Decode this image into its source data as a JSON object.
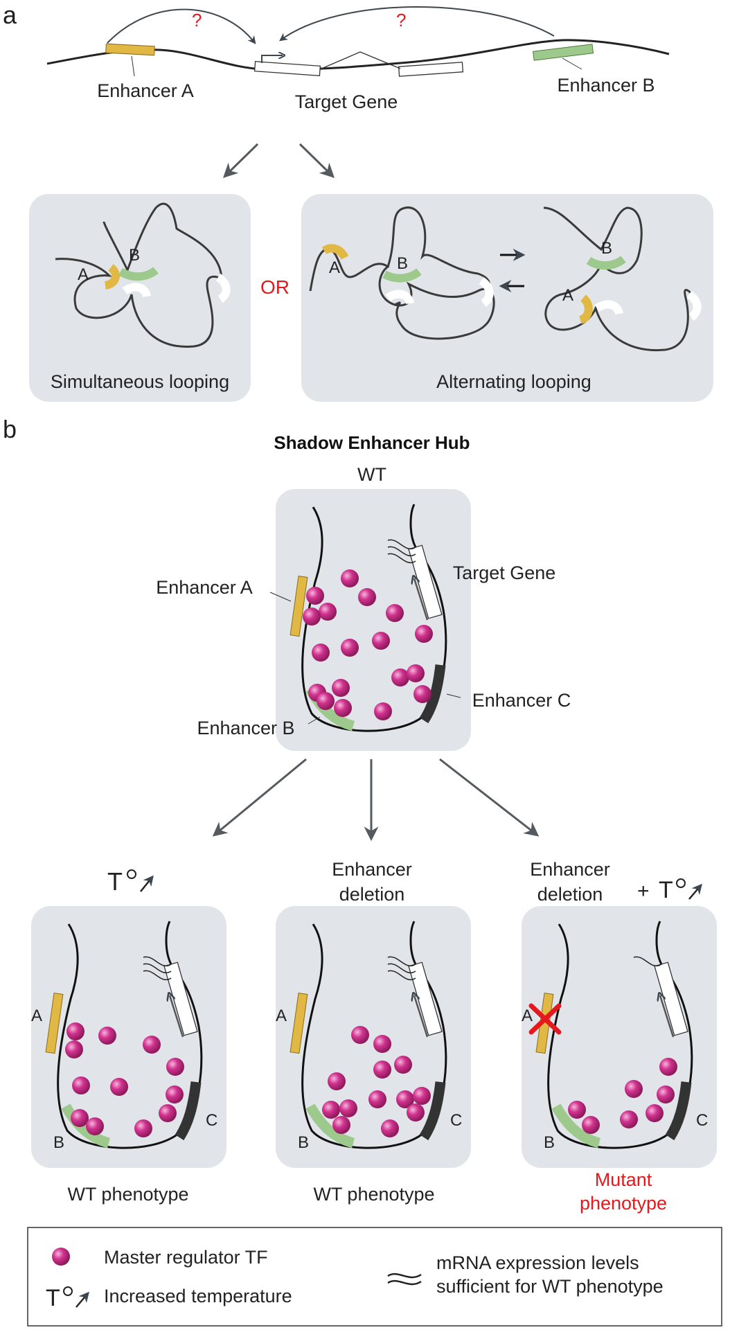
{
  "panel_a": {
    "label": "a",
    "question_mark": "?",
    "enhancer_a": "Enhancer A",
    "target_gene": "Target Gene",
    "enhancer_b": "Enhancer B",
    "letter_a": "A",
    "letter_b": "B",
    "or_text": "OR",
    "simultaneous": "Simultaneous looping",
    "alternating": "Alternating looping"
  },
  "panel_b": {
    "label": "b",
    "title": "Shadow Enhancer Hub",
    "wt": "WT",
    "enhancer_a": "Enhancer A",
    "target_gene": "Target Gene",
    "enhancer_b": "Enhancer B",
    "enhancer_c": "Enhancer C",
    "letter_a": "A",
    "letter_b": "B",
    "letter_c": "C",
    "temp_symbol": "T",
    "deletion_line1": "Enhancer",
    "deletion_line2": "deletion",
    "plus": "+",
    "wt_phenotype": "WT phenotype",
    "mutant_line1": "Mutant",
    "mutant_line2": "phenotype"
  },
  "legend": {
    "tf": "Master regulator TF",
    "temp_symbol": "T",
    "temp": "Increased temperature",
    "mrna_line1": "mRNA expression levels",
    "mrna_line2": "sufficient for WT phenotype"
  },
  "colors": {
    "panel_bg": "#e1e5ea",
    "enhancer_a": "#e2b845",
    "enhancer_b": "#9ec98c",
    "enhancer_c": "#3a3d40",
    "tf": "#d0328e",
    "accent_red": "#e3191e",
    "arrow": "#555a5f"
  },
  "icons": [
    "magenta-tf-sphere",
    "temperature-up-icon",
    "mrna-wave-icon",
    "red-x-deletion-icon",
    "promoter-arrow-icon"
  ]
}
